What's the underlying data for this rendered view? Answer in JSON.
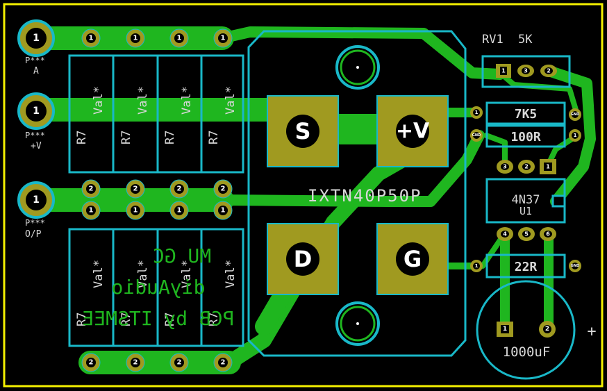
{
  "colors": {
    "background": "#000000",
    "outline": "#f4f000",
    "copper": "#1fb61f",
    "courtyard": "#19b8c8",
    "pad": "#a09a20",
    "silkscreen": "#d8d8d8"
  },
  "connectors": [
    {
      "pin": "1",
      "ref": "P***",
      "label": "A"
    },
    {
      "pin": "1",
      "ref": "P***",
      "label": "+V"
    },
    {
      "pin": "1",
      "ref": "P***",
      "label": "O/P"
    }
  ],
  "resistor_bank_top": {
    "ref": "R7",
    "value": "Val*",
    "pin_top": "1",
    "pin_bottom": "2"
  },
  "resistor_bank_bottom": {
    "ref": "R7",
    "value": "Val*",
    "pin_top": "1",
    "pin_bottom": "2"
  },
  "mosfet": {
    "part": "IXTN40P50P",
    "pads": {
      "source": "S",
      "supply": "+V",
      "drain": "D",
      "gate": "G"
    }
  },
  "mirrored_text": [
    "MU GC",
    "diyAudio",
    "PCB by ITSMEE"
  ],
  "trimmer": {
    "ref": "RV1",
    "value": "5K",
    "pins": [
      "1",
      "3",
      "2"
    ]
  },
  "r_top": {
    "value": "7K5",
    "pin_left": "1",
    "pin_right": "GND"
  },
  "r_mid": {
    "value": "100R",
    "pin_left": "GND",
    "pin_right": "1"
  },
  "optocoupler": {
    "part": "4N37",
    "ref": "U1",
    "pins_top": [
      "3",
      "2",
      "1"
    ],
    "pins_bottom": [
      "4",
      "5",
      "6"
    ]
  },
  "r_gate": {
    "value": "22R",
    "pin_left": "1",
    "pin_right": "GND"
  },
  "capacitor": {
    "value": "1000uF",
    "pin_plus": "1",
    "pin_minus": "2",
    "polarity": "+"
  }
}
